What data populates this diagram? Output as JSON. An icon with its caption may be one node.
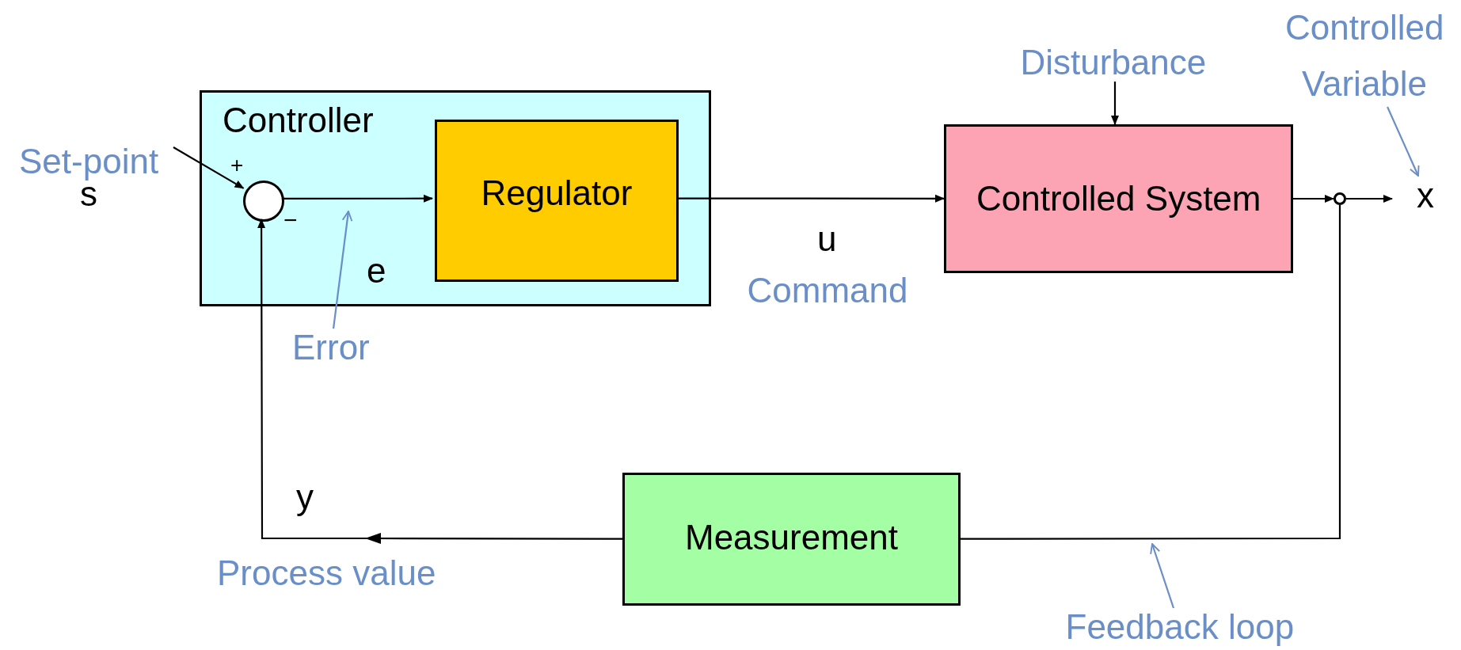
{
  "diagram": {
    "nodes": [
      {
        "text": [
          "Controller"
        ]
      },
      {
        "text": [
          "Regulator"
        ],
        "in": 0
      },
      {
        "text": [],
        "shape": "circle",
        "in": 0
      },
      {
        "text": [
          "Controlled System"
        ]
      },
      {
        "text": [
          "Measurement"
        ]
      },
      {
        "text": [],
        "shape": "circle"
      },
      {
        "text": [
          "x"
        ]
      },
      {
        "text": [
          "Set-point",
          "s"
        ]
      },
      {
        "text": [
          "Disturbance"
        ]
      },
      {
        "text": [
          "Controlled Variable"
        ]
      },
      {
        "text": [
          "Error"
        ]
      },
      {
        "text": [
          "Feedback loop"
        ]
      }
    ],
    "edges": [
      {
        "from": 7,
        "to": 2,
        "arrow": "to"
      },
      {
        "from": 2,
        "to": 1,
        "arrow": "to"
      },
      {
        "from": 1,
        "to": 3,
        "arrow": "to"
      },
      {
        "from": 8,
        "to": 3,
        "arrow": "to"
      },
      {
        "from": 3,
        "to": 5,
        "arrow": "to"
      },
      {
        "from": 5,
        "to": 6,
        "arrow": "to"
      },
      {
        "from": 5,
        "to": 4,
        "arrow": "none"
      },
      {
        "from": 4,
        "to": 2,
        "arrow": "to"
      },
      {
        "from": 9,
        "to": 6,
        "arrow": "to",
        "color": "#6a8fc8"
      },
      {
        "from": 10,
        "to": null,
        "arrow": "to",
        "color": "#6a8fc8"
      },
      {
        "from": 11,
        "to": null,
        "arrow": "to",
        "color": "#6a8fc8"
      }
    ],
    "labels": [
      "+",
      "−",
      "e",
      "u",
      "Command",
      "y",
      "Process value"
    ]
  }
}
